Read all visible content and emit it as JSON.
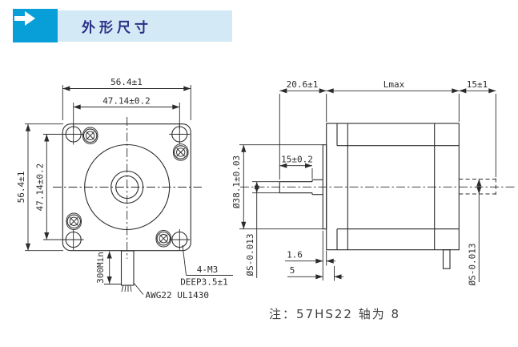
{
  "header": {
    "title": "外形尺寸"
  },
  "front_view": {
    "dim_width_outer": "56.4±1",
    "dim_width_inner": "47.14±0.2",
    "dim_height_outer": "56.4±1",
    "dim_height_inner": "47.14±0.2",
    "dim_lead_length": "300Min",
    "lead_wire_label": "AWG22 UL1430",
    "mounting_hole_label_line1": "4-M3",
    "mounting_hole_label_line2": "DEEP3.5±1"
  },
  "side_view": {
    "dim_front_shaft_length": "20.6±1",
    "dim_body_length": "Lmax",
    "dim_rear_shaft_length": "15±1",
    "dim_shaft_flat_length": "15±0.2",
    "dim_pilot_diameter": "Ø38.1±0.03",
    "dim_front_shaft_diameter": "ØS-0.013",
    "dim_rear_shaft_diameter": "ØS-0.013",
    "dim_pilot_boss_depth": "1.6",
    "dim_flange_thickness": "5"
  },
  "note": {
    "text": "注：57HS22 轴为 8"
  },
  "colors": {
    "accent_blue": "#089fd8",
    "banner_bg": "#d3eaf6",
    "title_text": "#2a2e87",
    "drawing_line": "#2b2b2b",
    "note_text": "#3f3f3f"
  }
}
